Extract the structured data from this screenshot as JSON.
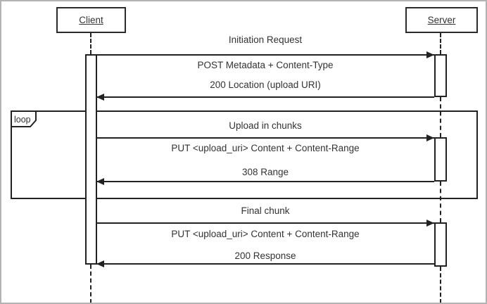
{
  "diagram": {
    "kind": "uml-sequence-diagram",
    "actors": [
      {
        "label": "Client"
      },
      {
        "label": "Server"
      }
    ],
    "fragment": {
      "label": "loop"
    },
    "sections": [
      {
        "header": "Initiation Request",
        "request": "POST Metadata + Content-Type",
        "response": "200 Location (upload URI)"
      },
      {
        "header": "Upload in chunks",
        "request": "PUT <upload_uri> Content + Content-Range",
        "response": "308 Range"
      },
      {
        "header": "Final chunk",
        "request": "PUT <upload_uri> Content + Content-Range",
        "response": "200 Response"
      }
    ],
    "colors": {
      "line": "#222222",
      "text": "#333333",
      "outer_border": "#b3b3b3",
      "background": "#ffffff"
    }
  }
}
